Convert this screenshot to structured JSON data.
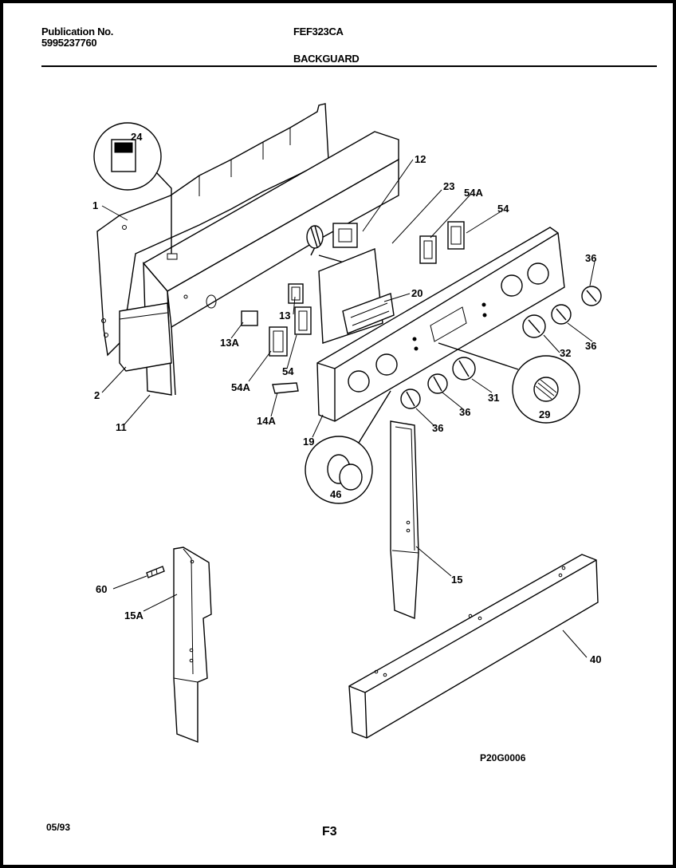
{
  "header": {
    "publication_label": "Publication No.",
    "publication_number": "5995237760",
    "model": "FEF323CA",
    "section": "BACKGUARD"
  },
  "footer": {
    "date": "05/93",
    "page": "F3",
    "diagram_code": "P20G0006"
  },
  "callouts": {
    "c1": "1",
    "c2": "2",
    "c11": "11",
    "c12": "12",
    "c13": "13",
    "c13a": "13A",
    "c14a": "14A",
    "c15": "15",
    "c15a": "15A",
    "c19": "19",
    "c20": "20",
    "c23": "23",
    "c24": "24",
    "c29": "29",
    "c31": "31",
    "c32": "32",
    "c36a": "36",
    "c36b": "36",
    "c36c": "36",
    "c36d": "36",
    "c40": "40",
    "c46": "46",
    "c54a": "54",
    "c54b": "54",
    "c54Aa": "54A",
    "c54Ab": "54A",
    "c60": "60"
  }
}
